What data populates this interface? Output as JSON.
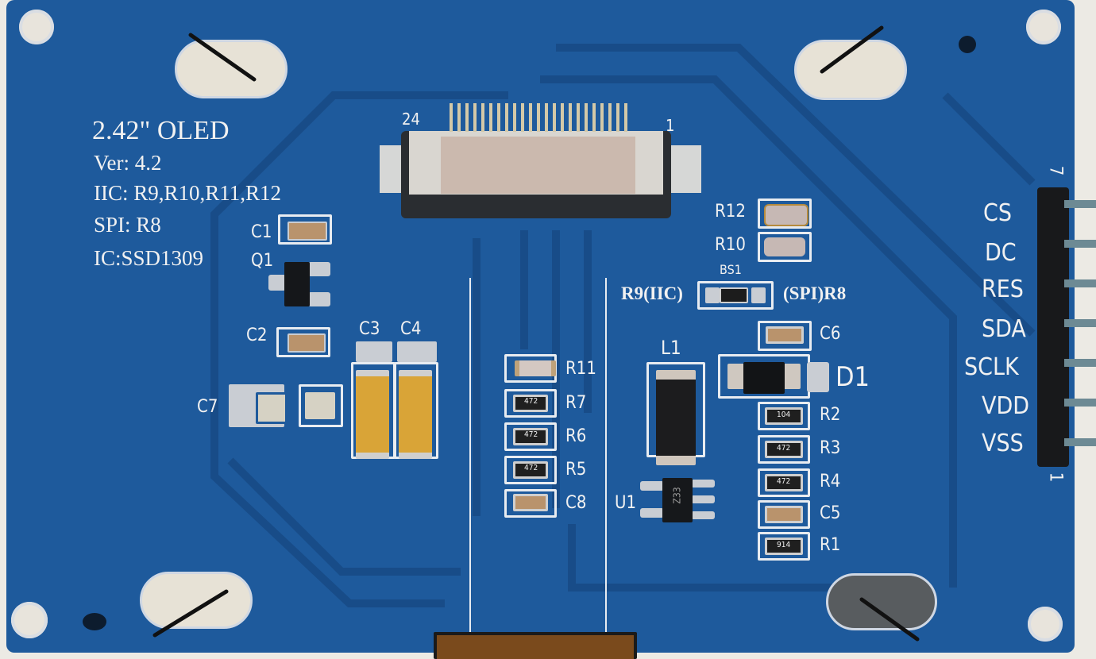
{
  "board": {
    "title": "2.42\" OLED",
    "version": "Ver: 4.2",
    "iic_line": "IIC: R9,R10,R11,R12",
    "spi_line": "SPI: R8",
    "ic_line": "IC:SSD1309"
  },
  "connector": {
    "pin_first": "24",
    "pin_last": "1"
  },
  "header": {
    "top_number": "7",
    "bottom_number": "1",
    "pins": [
      "CS",
      "DC",
      "RES",
      "SDA",
      "SCLK",
      "VDD",
      "VSS"
    ]
  },
  "labels": {
    "c1": "C1",
    "q1": "Q1",
    "c2": "C2",
    "c3": "C3",
    "c4": "C4",
    "c7": "C7",
    "r11": "R11",
    "r7": "R7",
    "r6": "R6",
    "r5": "R5",
    "c8_left": "C8",
    "l1": "L1",
    "u1": "U1",
    "r12": "R12",
    "r10": "R10",
    "bs1": "BS1",
    "r9": "R9(IIC)",
    "r8": "(SPI)R8",
    "c6": "C6",
    "d1": "D1",
    "r2": "R2",
    "r3": "R3",
    "r4": "R4",
    "c5": "C5",
    "r1": "R1"
  },
  "markings": {
    "r7": "472",
    "r6": "472",
    "r5": "472",
    "r2": "104",
    "r3": "472",
    "r4": "472",
    "r1": "914",
    "u1": "Z33"
  },
  "colors": {
    "pcb": "#1e5a9c",
    "pcb_dark": "#174a85",
    "silkscreen": "#f1f1f1",
    "tantalum": "#d9a437",
    "pad": "#c9cdd3"
  }
}
